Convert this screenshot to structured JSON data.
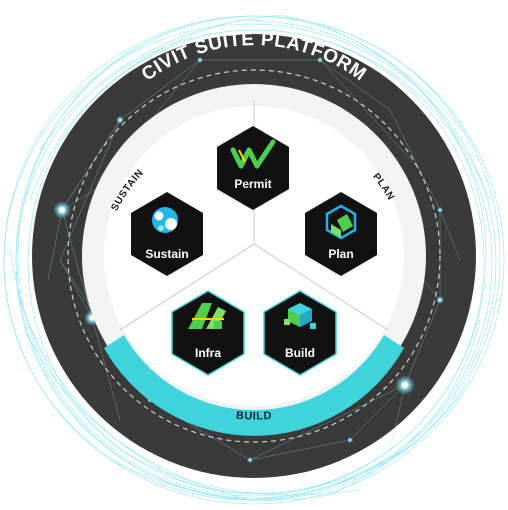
{
  "platform_title": "CIVIT SUITE PLATFORM",
  "phases": {
    "sustain": "SUSTAIN",
    "plan": "PLAN",
    "build": "BUILD"
  },
  "apps": {
    "permit": {
      "label": "Permit",
      "icon": "permit-check-icon"
    },
    "sustain": {
      "label": "Sustain",
      "icon": "sustain-bubbles-icon"
    },
    "plan": {
      "label": "Plan",
      "icon": "plan-cube-icon"
    },
    "infra": {
      "label": "Infra",
      "icon": "infra-road-icon"
    },
    "build": {
      "label": "Build",
      "icon": "build-blocks-icon"
    }
  },
  "colors": {
    "outer_ring": "#3a3a3a",
    "inner_ring": "#eeeeee",
    "hexagon": "#111111",
    "build_arc": "#3fd3dc",
    "network_glow": "#6ee6f5"
  }
}
